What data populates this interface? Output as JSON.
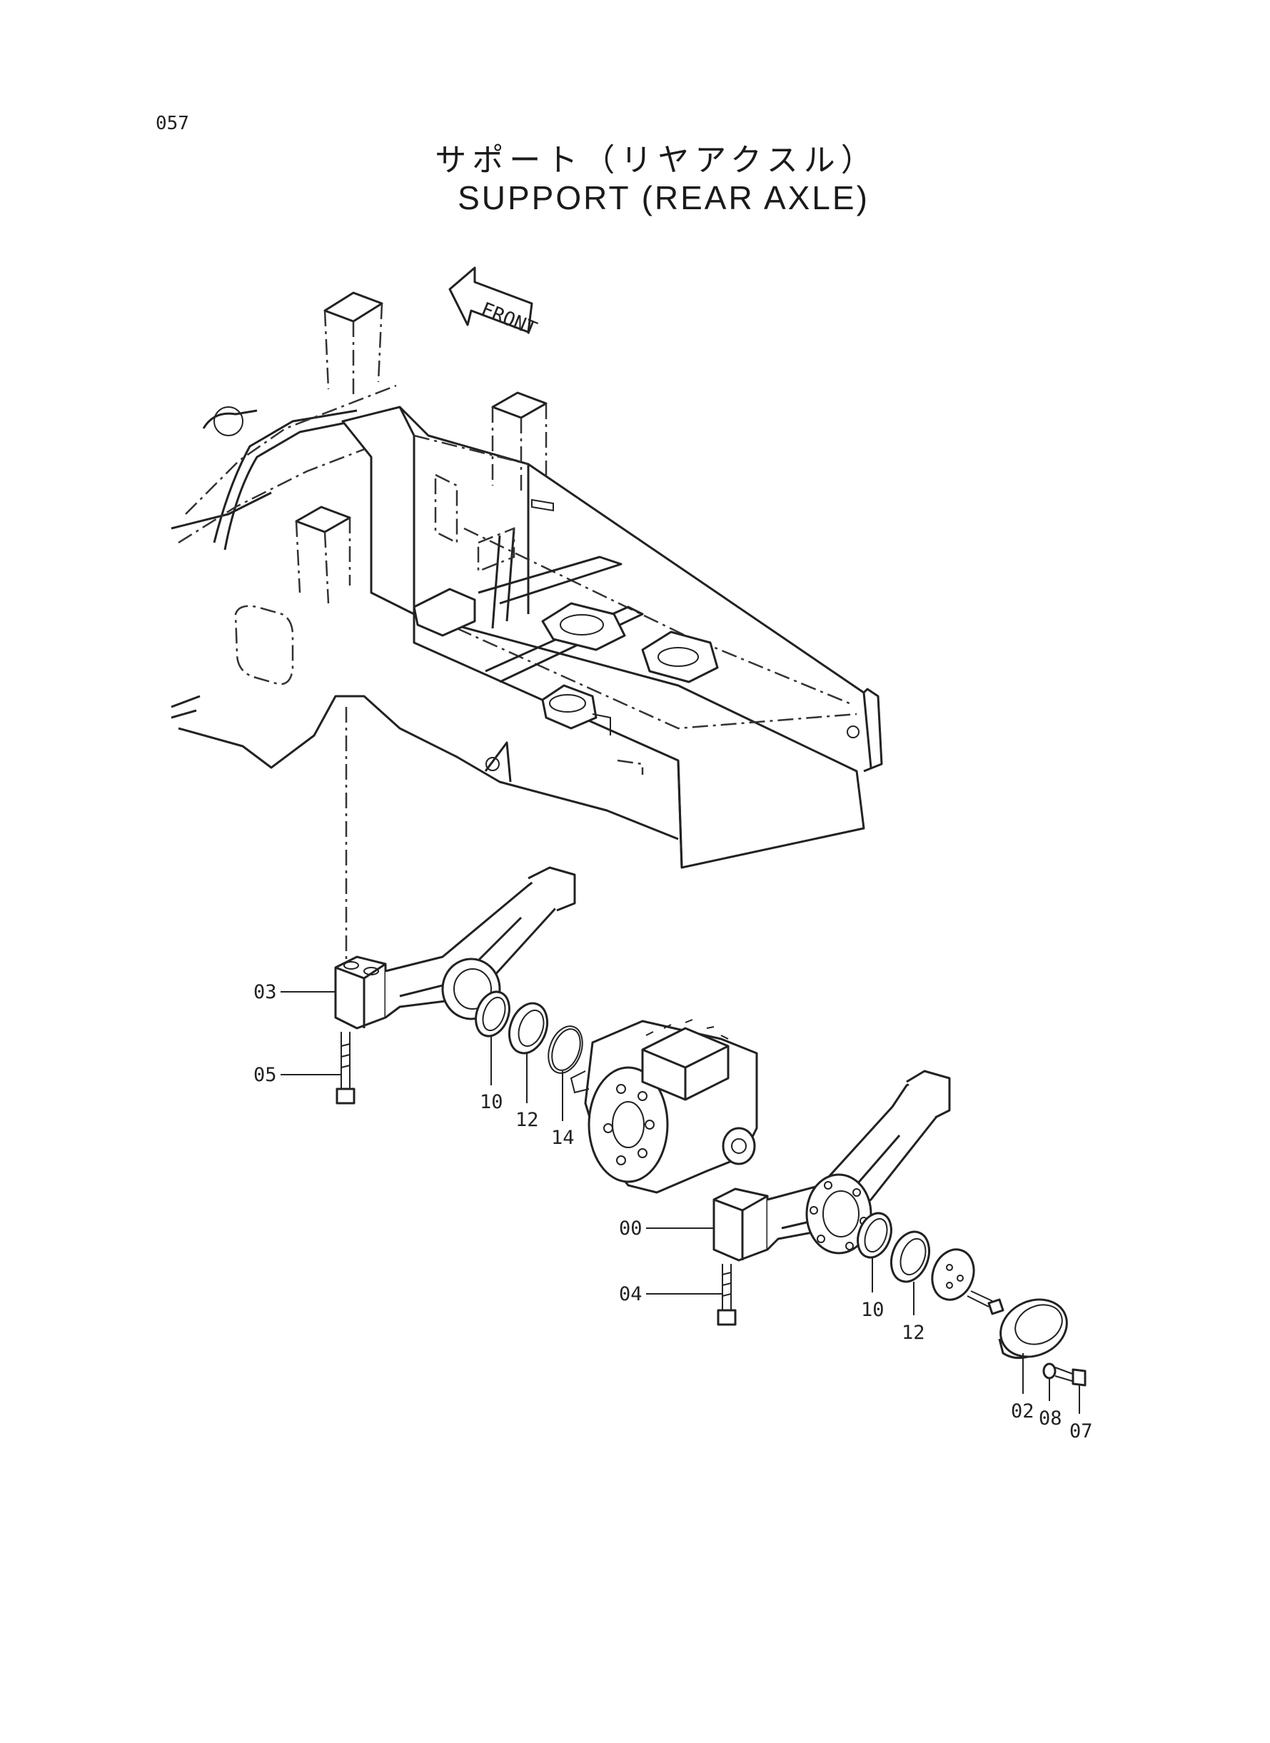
{
  "page_number": "057",
  "title_jp": "サポート（リヤアクスル）",
  "title_en": "SUPPORT (REAR AXLE)",
  "front_label": "FRONT",
  "callouts": [
    "03",
    "05",
    "10",
    "12",
    "14",
    "00",
    "04",
    "10",
    "12",
    "02",
    "08",
    "07"
  ]
}
